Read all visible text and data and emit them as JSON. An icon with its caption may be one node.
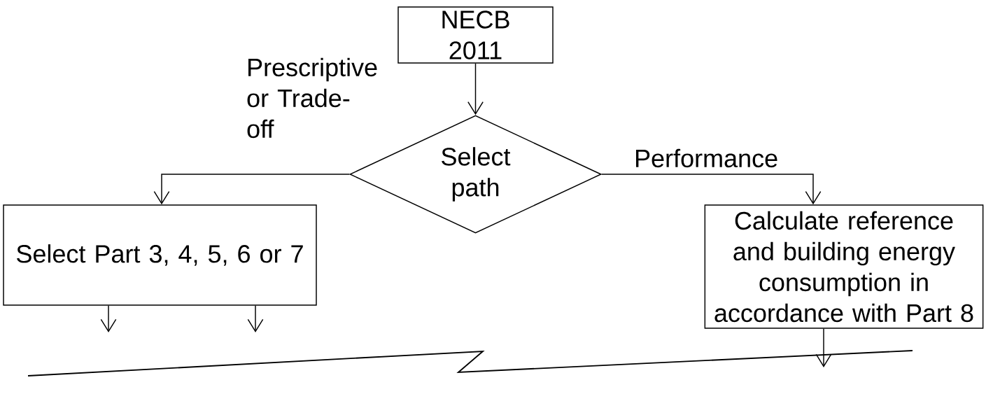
{
  "diagram": {
    "nodes": [
      {
        "text": [
          "NECB 2011"
        ]
      },
      {
        "text": [
          "Select path"
        ]
      },
      {
        "text": [
          "Select Part 3, 4, 5, 6 or 7"
        ]
      },
      {
        "text": [
          "Calculate reference and building energy consumption in accordance with Part 8"
        ]
      }
    ],
    "edges": [
      {
        "from": 0,
        "to": 1,
        "arrow": "to"
      },
      {
        "from": 1,
        "to": 2,
        "arrow": "to",
        "label": "Prescriptive or Trade-off"
      },
      {
        "from": 1,
        "to": 3,
        "arrow": "to",
        "label": "Performance"
      },
      {
        "from": 2,
        "to": null,
        "arrow": "to"
      },
      {
        "from": 2,
        "to": null,
        "arrow": "to"
      },
      {
        "from": 3,
        "to": null,
        "arrow": "to"
      }
    ]
  }
}
